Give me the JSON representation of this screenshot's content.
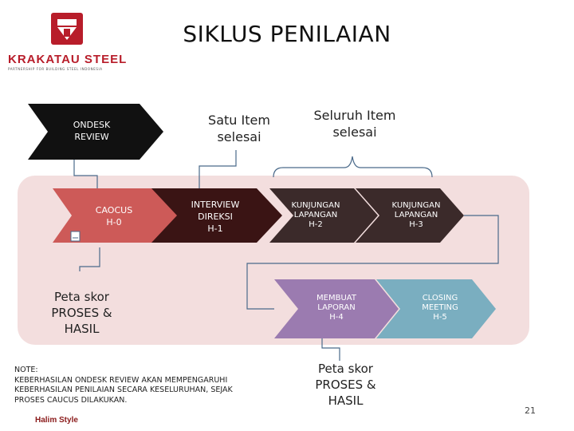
{
  "title": "SIKLUS PENILAIAN",
  "logo": {
    "name": "KRAKATAU STEEL",
    "tagline": "PARTNERSHIP FOR BUILDING STEEL INDONESIA"
  },
  "colors": {
    "background_panel": "#f3dede",
    "brand_red": "#b81d2a",
    "ondesk": "#111111",
    "caocus": "#cd5a58",
    "interview": "#3a1414",
    "kunjungan": "#3b2a2a",
    "membuat": "#9b7bb0",
    "closing": "#7aaec0",
    "connector": "#4a6a8a"
  },
  "steps": {
    "ondesk": "ONDESK\nREVIEW",
    "caocus": "CAOCUS\nH-0",
    "interview": "INTERVIEW\nDIREKSI\nH-1",
    "kunjungan1": "KUNJUNGAN\nLAPANGAN\nH-2",
    "kunjungan2": "KUNJUNGAN\nLAPANGAN\nH-3",
    "membuat": "MEMBUAT\nLAPORAN\nH-4",
    "closing": "CLOSING\nMEETING\nH-5"
  },
  "labels": {
    "satu_item": "Satu Item\nselesai",
    "seluruh_item": "Seluruh  Item\nselesai",
    "peta_skor_left": "Peta skor\nPROSES &\nHASIL",
    "peta_skor_bottom": "Peta skor\nPROSES &\nHASIL"
  },
  "note": {
    "heading": "NOTE:",
    "line1": "KEBERHASILAN ONDESK REVIEW AKAN MEMPENGARUHI",
    "line2": "KEBERHASILAN PENILAIAN SECARA KESELURUHAN, SEJAK",
    "line3": "PROSES CAUCUS DILAKUKAN.",
    "author": "Halim Style"
  },
  "page_number": "21"
}
